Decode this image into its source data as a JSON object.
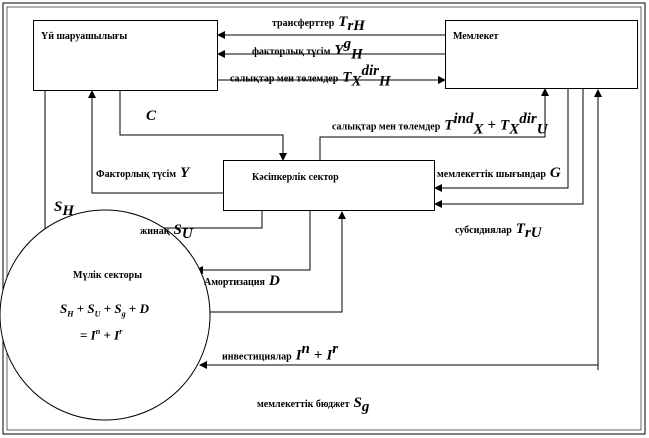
{
  "diagram": {
    "nodes": {
      "household": "Үй шаруашылығы",
      "state": "Мемлекет",
      "business": "Кәсіпкерлік сектор",
      "property": "Мүлік секторы"
    },
    "flows": {
      "transfers": "трансферттер",
      "factor_income_state": "факторлық түсім",
      "taxes_household": "салықтар мен төлемдер",
      "taxes_business": "салықтар мен төлемдер",
      "factor_income_business": "Факторлық түсім",
      "consumption": "C",
      "state_purchases": "мемлекеттік шығындар",
      "savings_household": "S",
      "savings_business": "жинақ",
      "subsidies": "субсидиялар",
      "depreciation": "Амортизация",
      "investment": "инвестициялар",
      "state_budget": "мемлекеттік бюджет"
    },
    "symbols": {
      "tr": "T",
      "tr_sub": "rH",
      "y": "Y",
      "g": "g",
      "h": "H",
      "tx": "T",
      "x": "X",
      "dir": "dir",
      "ind": "ind",
      "u": "U",
      "plus": "+",
      "G": "G",
      "Y": "Y",
      "S": "S",
      "SU": "S",
      "TrU": "T",
      "rU": "rU",
      "D": "D",
      "I": "I",
      "n": "n",
      "r": "r",
      "Sg": "S",
      "sg": "g"
    },
    "equation": {
      "line1": "S_H + S_U + S_g + D",
      "line2": "= I^n + I^r"
    }
  }
}
